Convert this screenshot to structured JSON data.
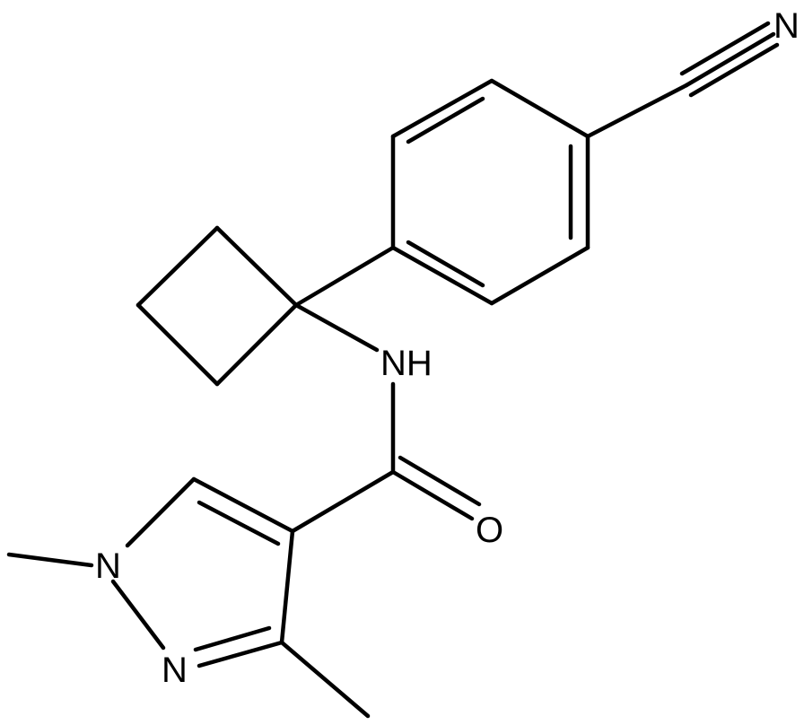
{
  "structure": {
    "atoms": {
      "nitrile_n": "N",
      "amide_nh": "NH",
      "carbonyl_o": "O",
      "pyrazole_n1": "N",
      "pyrazole_n2": "N"
    }
  },
  "colors": {
    "bond": "#000000",
    "label": "#000000",
    "background": "#ffffff"
  }
}
